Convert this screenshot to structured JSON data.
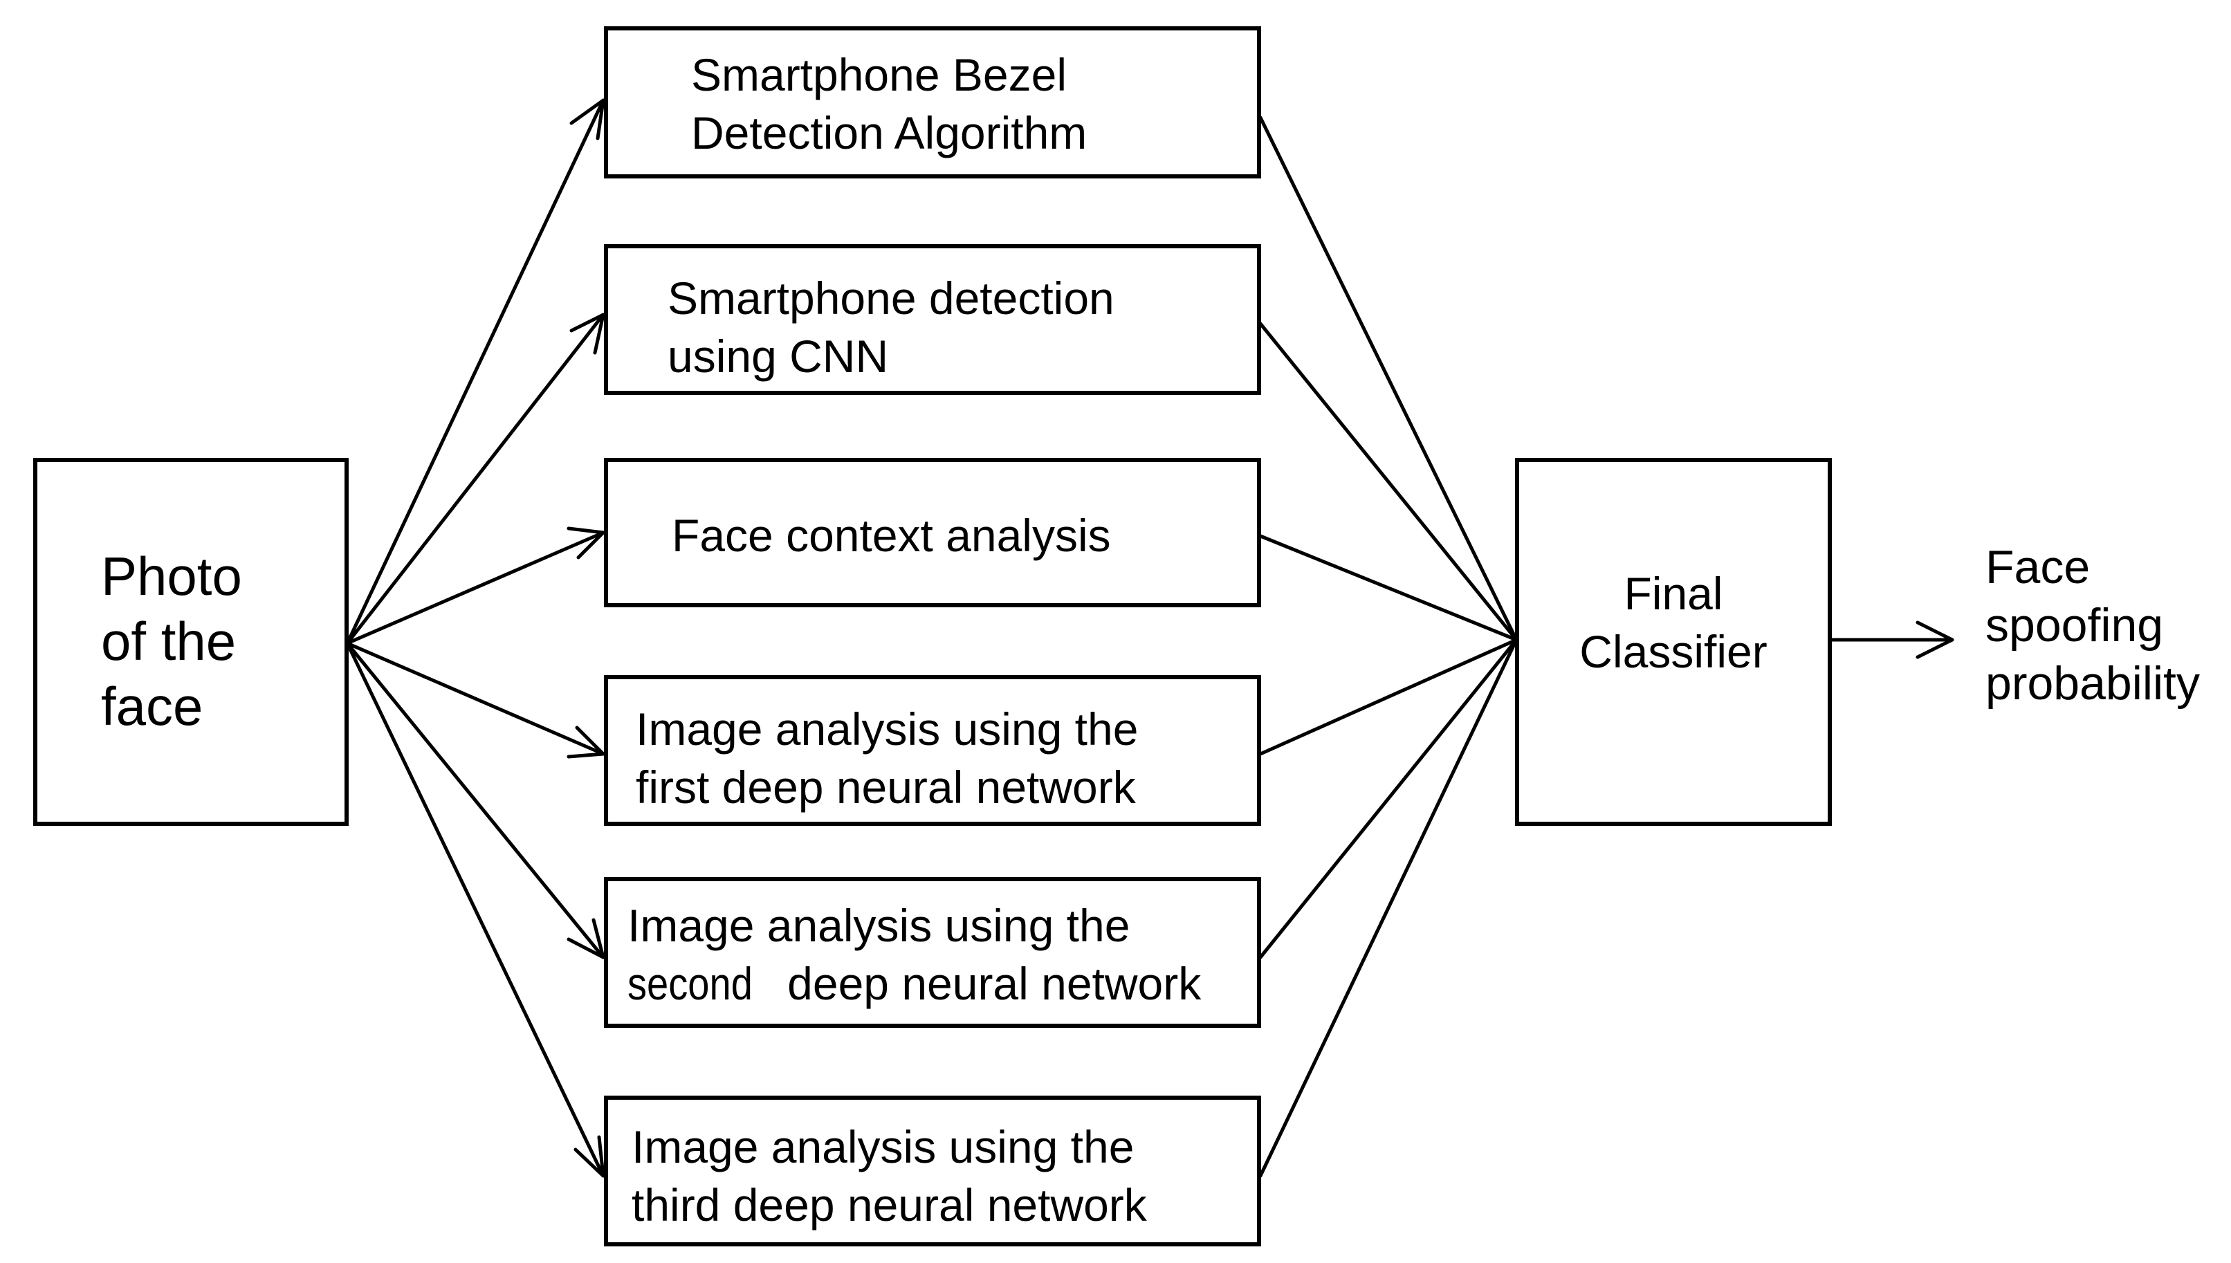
{
  "input": {
    "lines": [
      "Photo",
      "of the",
      "face"
    ]
  },
  "modules": [
    {
      "lines": [
        "Smartphone Bezel",
        "Detection Algorithm"
      ]
    },
    {
      "lines": [
        "Smartphone detection",
        "using CNN"
      ]
    },
    {
      "lines": [
        "Face context analysis"
      ]
    },
    {
      "lines": [
        "Image analysis using the",
        "first deep neural network"
      ]
    },
    {
      "line1": "Image analysis using the",
      "line2_small": "second",
      "line2_rest": " deep neural network"
    },
    {
      "lines": [
        "Image analysis using the",
        "third deep neural network"
      ]
    }
  ],
  "classifier": {
    "lines": [
      "Final",
      "Classifier"
    ]
  },
  "output": {
    "lines": [
      "Face",
      "spoofing",
      "probability"
    ]
  },
  "colors": {
    "stroke": "#000000",
    "background": "#ffffff"
  }
}
